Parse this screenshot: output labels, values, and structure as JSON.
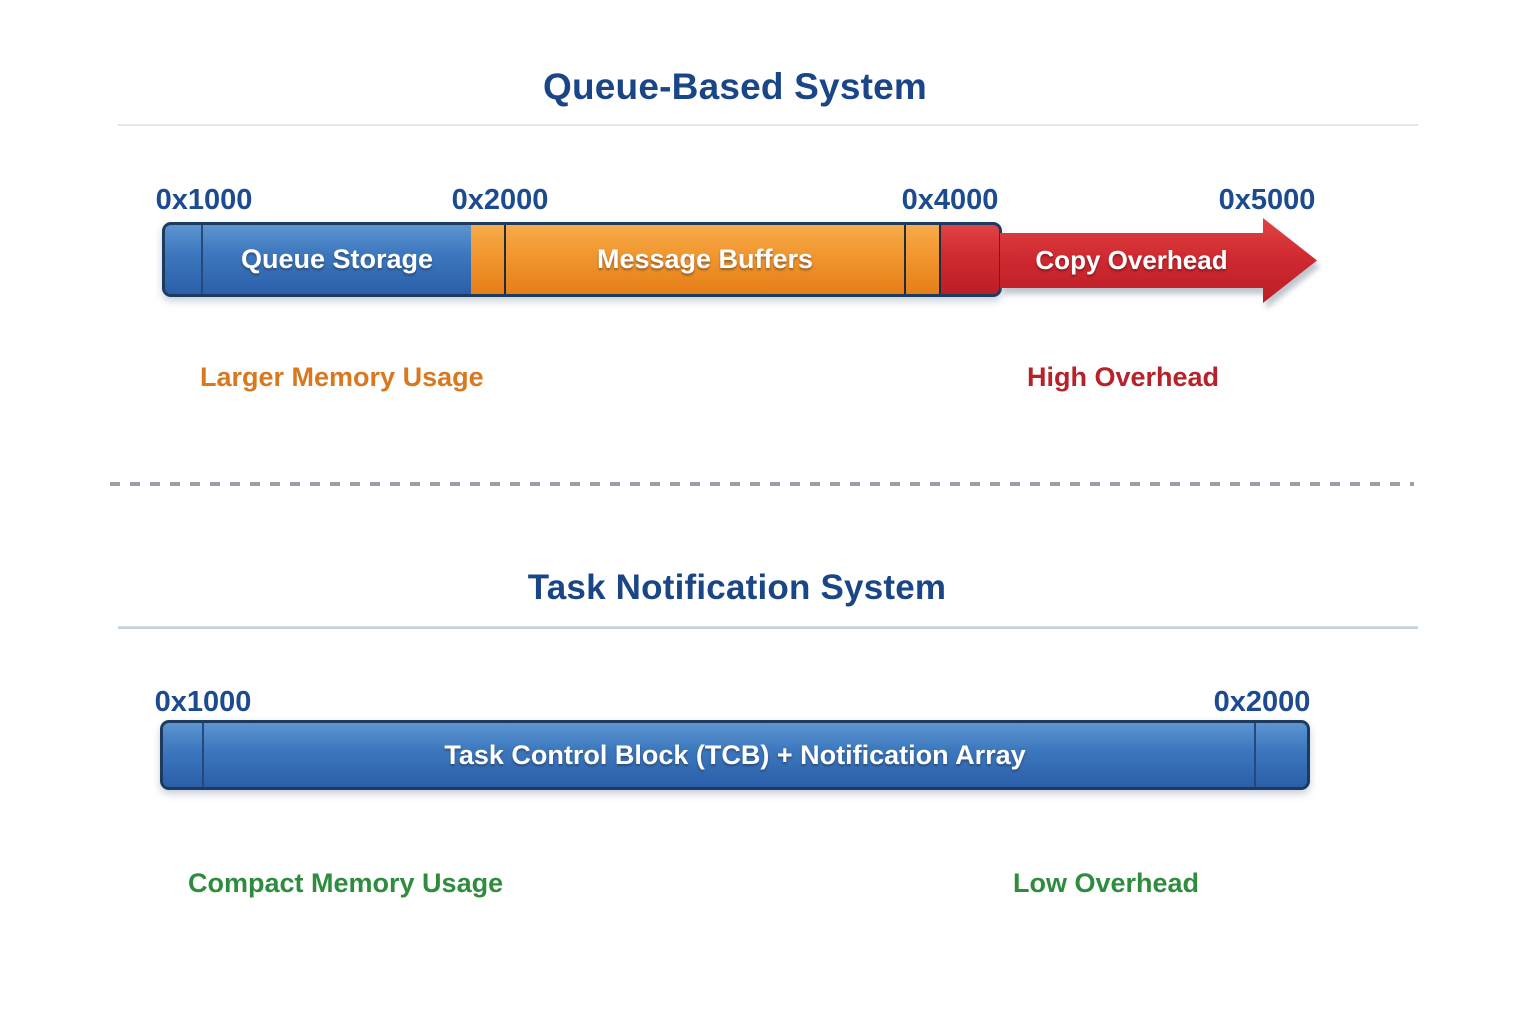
{
  "queue_system": {
    "title": "Queue-Based System",
    "addresses": [
      "0x1000",
      "0x2000",
      "0x4000",
      "0x5000"
    ],
    "segments": [
      {
        "label": "Queue Storage",
        "start": "0x1000",
        "end": "0x2000",
        "color": "#3c78be"
      },
      {
        "label": "Message Buffers",
        "start": "0x2000",
        "end": "0x4000",
        "color": "#f1962f"
      },
      {
        "label": "Copy Overhead",
        "start": "0x4000",
        "end": "0x5000",
        "color": "#d02a31"
      }
    ],
    "notes": {
      "left": "Larger Memory Usage",
      "right": "High Overhead"
    }
  },
  "task_system": {
    "title": "Task Notification System",
    "addresses": [
      "0x1000",
      "0x2000"
    ],
    "bar_label": "Task Control Block (TCB) + Notification Array",
    "bar_color": "#3c78be",
    "notes": {
      "left": "Compact Memory Usage",
      "right": "Low Overhead"
    }
  },
  "colors": {
    "title_navy": "#1a4687",
    "address_navy": "#1d4b8f",
    "note_orange": "#d9781f",
    "note_red": "#b7222a",
    "note_green": "#2f8c3e",
    "bar_border_navy": "#1d3a5f"
  }
}
